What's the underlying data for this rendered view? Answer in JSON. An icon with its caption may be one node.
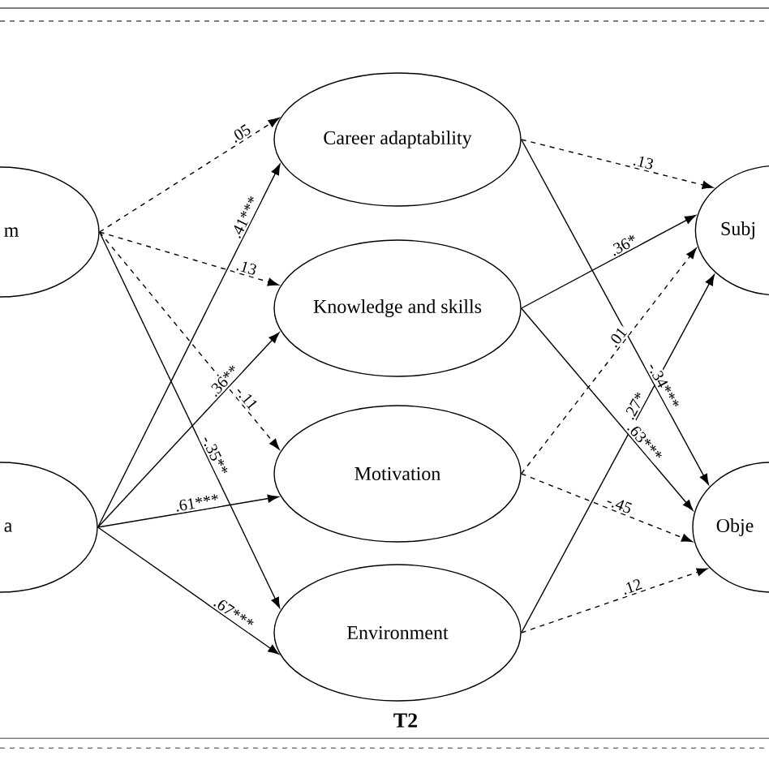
{
  "diagram": {
    "nodes": [
      {
        "text": [
          "m"
        ]
      },
      {
        "text": [
          "a"
        ]
      },
      {
        "text": [
          "Career adaptability"
        ]
      },
      {
        "text": [
          "Knowledge and skills"
        ]
      },
      {
        "text": [
          "Motivation"
        ]
      },
      {
        "text": [
          "Environment"
        ]
      },
      {
        "text": [
          "Subj"
        ]
      },
      {
        "text": [
          "Obje"
        ]
      }
    ],
    "edges": [
      {
        "from": 0,
        "to": 2,
        "arrow": "to",
        "style": "dashed",
        "label": ".05"
      },
      {
        "from": 0,
        "to": 3,
        "arrow": "to",
        "style": "dashed",
        "label": ".13"
      },
      {
        "from": 0,
        "to": 4,
        "arrow": "to",
        "style": "dashed",
        "label": "-.11"
      },
      {
        "from": 0,
        "to": 5,
        "arrow": "to",
        "label": "-.35**"
      },
      {
        "from": 1,
        "to": 2,
        "arrow": "to",
        "label": ".41***"
      },
      {
        "from": 1,
        "to": 3,
        "arrow": "to",
        "label": ".36**"
      },
      {
        "from": 1,
        "to": 4,
        "arrow": "to",
        "label": ".61***"
      },
      {
        "from": 1,
        "to": 5,
        "arrow": "to",
        "label": ".67***"
      },
      {
        "from": 2,
        "to": 6,
        "arrow": "to",
        "style": "dashed",
        "label": ".13"
      },
      {
        "from": 3,
        "to": 6,
        "arrow": "to",
        "label": ".36*"
      },
      {
        "from": 4,
        "to": 6,
        "arrow": "to",
        "style": "dashed",
        "label": ".01"
      },
      {
        "from": 5,
        "to": 6,
        "arrow": "to",
        "label": ".27*"
      },
      {
        "from": 2,
        "to": 7,
        "arrow": "to",
        "label": "-.34***"
      },
      {
        "from": 3,
        "to": 7,
        "arrow": "to",
        "label": ".63***"
      },
      {
        "from": 4,
        "to": 7,
        "arrow": "to",
        "style": "dashed",
        "label": "-.45"
      },
      {
        "from": 5,
        "to": 7,
        "arrow": "to",
        "style": "dashed",
        "label": ".12"
      }
    ],
    "labels": [
      "T2"
    ]
  }
}
